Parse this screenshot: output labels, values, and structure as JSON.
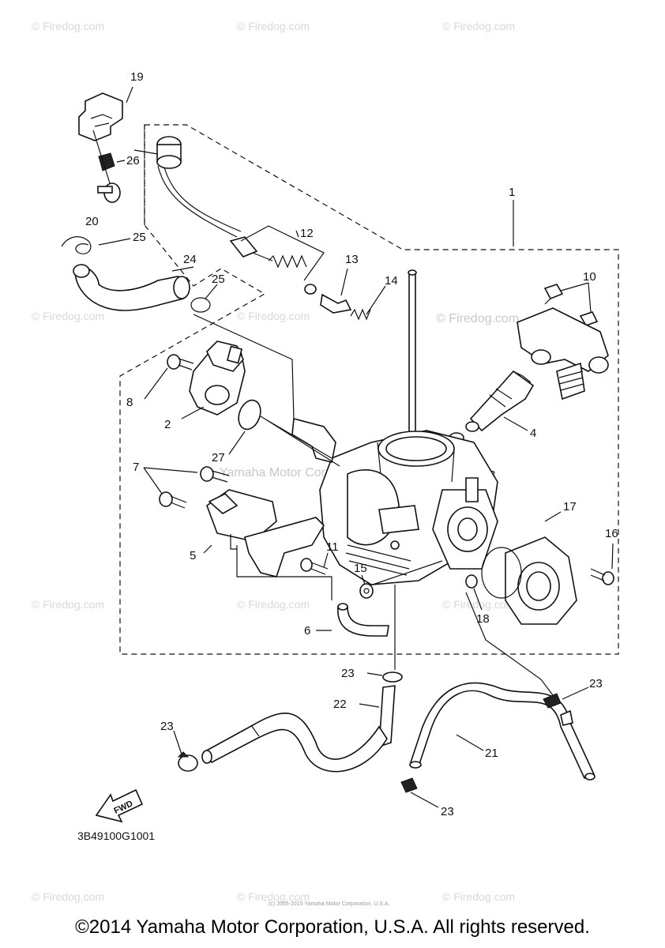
{
  "diagram": {
    "part_numbers": [
      "1",
      "2",
      "3",
      "4",
      "5",
      "6",
      "7",
      "8",
      "10",
      "11",
      "12",
      "13",
      "14",
      "15",
      "16",
      "17",
      "18",
      "19",
      "20",
      "21",
      "22",
      "23",
      "24",
      "25",
      "26",
      "27"
    ],
    "labels": {
      "n1": "1",
      "n2": "2",
      "n3": "3",
      "n4": "4",
      "n5": "5",
      "n6": "6",
      "n7": "7",
      "n8": "8",
      "n10": "10",
      "n11": "11",
      "n12": "12",
      "n13": "13",
      "n14": "14",
      "n15": "15",
      "n16": "16",
      "n17": "17",
      "n18": "18",
      "n19": "19",
      "n20": "20",
      "n21": "21",
      "n22": "22",
      "n23a": "23",
      "n23b": "23",
      "n23c": "23",
      "n23d": "23",
      "n24": "24",
      "n25a": "25",
      "n25b": "25",
      "n26": "26",
      "n27": "27"
    },
    "fwd_label": "FWD",
    "drawing_code": "3B49100G1001"
  },
  "watermarks": {
    "site": "© Firedog.com",
    "maker": "Yamaha Motor Corp., U.S.A."
  },
  "footer": {
    "copyright": "©2014 Yamaha Motor Corporation, U.S.A. All rights reserved.",
    "small_print": "(c) 2005-2015 Yamaha Motor Corporation, U.S.A."
  }
}
